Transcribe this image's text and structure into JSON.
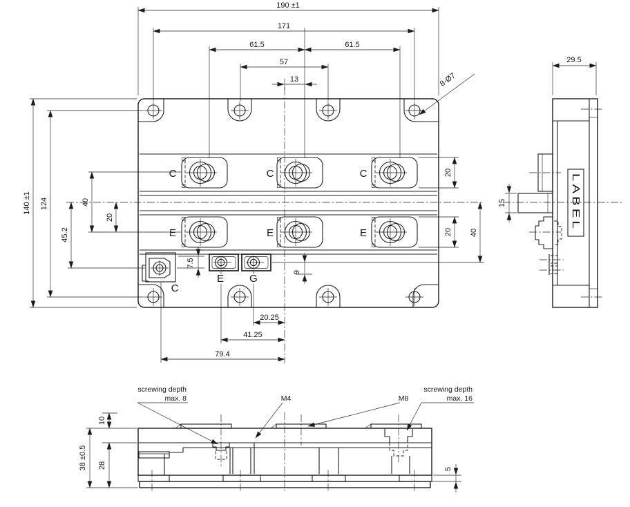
{
  "colors": {
    "line": "#1c1c1c",
    "background": "#ffffff"
  },
  "views": {
    "top": {
      "dims": {
        "total_width": "190 ±1",
        "hole_span_width": "171",
        "terminal_pitch_left": "61.5",
        "terminal_pitch_right": "61.5",
        "mid_hole_span": "57",
        "center_offset": "13",
        "total_height": "140 ±1",
        "hole_span_height": "124",
        "aux_c_offset": "45.2",
        "ce_pitch": "40",
        "e_offset": "20",
        "c_pad_height": "20",
        "e_pad_height": "20",
        "aux_row_offset": "40",
        "aux_row_drop": "9",
        "aux_c_drop": "7.5",
        "g_from_center": "20.25",
        "e_from_center": "41.25",
        "c_from_center": "79.4",
        "hole_callout": "8-Ø7"
      },
      "labels": {
        "collector": "C",
        "emitter": "E",
        "aux_collector": "C",
        "aux_emitter": "E",
        "aux_gate": "G"
      }
    },
    "side": {
      "dims": {
        "depth": "29.5",
        "terminal_height": "15"
      },
      "label": "LABEL"
    },
    "front": {
      "dims": {
        "terminal_clearance": "10",
        "base_height": "28",
        "total_height": "38 ±0.5",
        "foot_height": "5"
      },
      "callouts": {
        "screw_depth_8_line1": "screwing depth",
        "screw_depth_8_line2": "max. 8",
        "m4": "M4",
        "m8": "M8",
        "screw_depth_16_line1": "screwing depth",
        "screw_depth_16_line2": "max. 16"
      }
    }
  }
}
